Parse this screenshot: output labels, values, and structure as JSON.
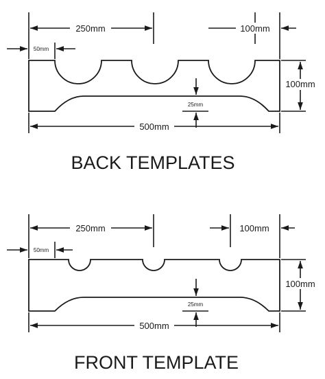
{
  "back_template": {
    "title": "BACK TEMPLATES",
    "dim_spacing": "250mm",
    "dim_end": "100mm",
    "dim_left": "50mm",
    "dim_height": "100mm",
    "dim_depth": "25mm",
    "dim_length": "500mm"
  },
  "front_template": {
    "title": "FRONT TEMPLATE",
    "dim_spacing": "250mm",
    "dim_end": "100mm",
    "dim_left": "50mm",
    "dim_height": "100mm",
    "dim_depth": "25mm",
    "dim_length": "500mm"
  }
}
